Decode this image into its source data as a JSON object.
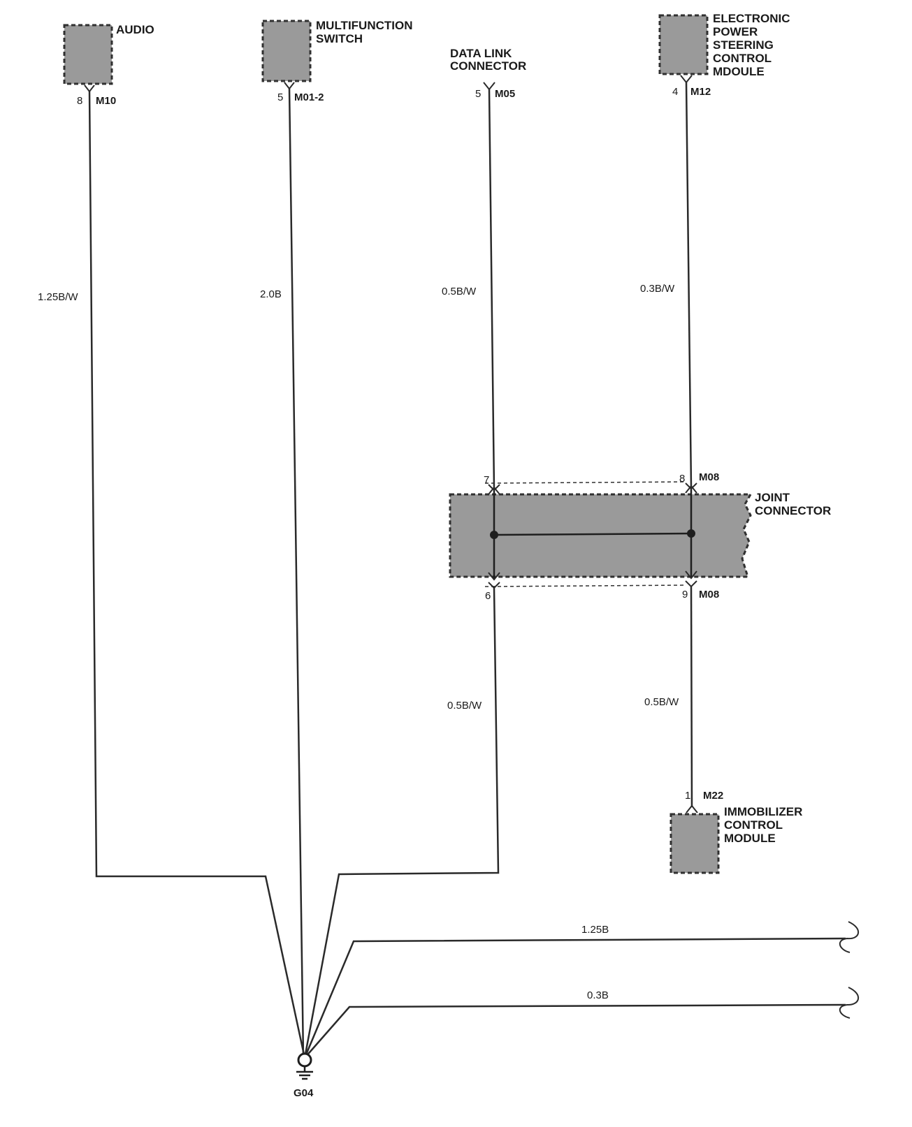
{
  "components": {
    "audio": {
      "name": "AUDIO",
      "pin": "8",
      "connector": "M10"
    },
    "multifunction_switch": {
      "name_lines": [
        "MULTIFUNCTION",
        "SWITCH"
      ],
      "pin": "5",
      "connector": "M01-2"
    },
    "data_link_connector": {
      "name_lines": [
        "DATA LINK",
        "CONNECTOR"
      ],
      "pin": "5",
      "connector": "M05"
    },
    "eps_module": {
      "name_lines": [
        "ELECTRONIC",
        "POWER",
        "STEERING",
        "CONTROL",
        "MDOULE"
      ],
      "pin": "4",
      "connector": "M12"
    },
    "joint_connector": {
      "name_lines": [
        "JOINT",
        "CONNECTOR"
      ],
      "top_left_pin": "7",
      "top_right_pin": "8",
      "top_right_connector": "M08",
      "bottom_left_pin": "6",
      "bottom_right_pin": "9",
      "bottom_right_connector": "M08"
    },
    "immobilizer": {
      "name_lines": [
        "IMMOBILIZER",
        "CONTROL",
        "MODULE"
      ],
      "pin": "1",
      "connector": "M22"
    }
  },
  "wires": {
    "audio": "1.25B/W",
    "multifunction": "2.0B",
    "dlc_upper": "0.5B/W",
    "eps": "0.3B/W",
    "dlc_lower": "0.5B/W",
    "immobilizer": "0.5B/W",
    "ground_upper": "1.25B",
    "ground_lower": "0.3B"
  },
  "ground": {
    "name": "G04"
  },
  "colors": {
    "component_fill": "#9a9a9a",
    "wire": "#2a2a2a"
  }
}
